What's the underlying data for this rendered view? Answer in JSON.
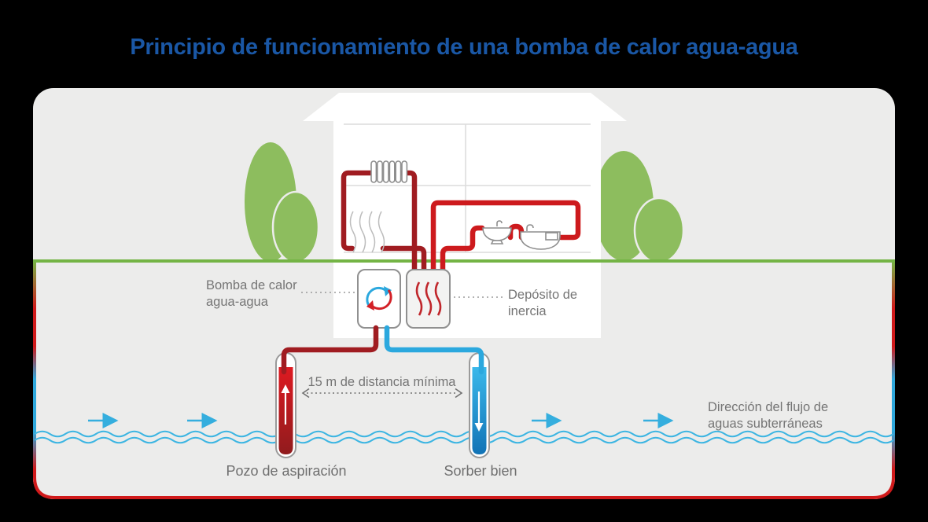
{
  "title": "Principio de funcionamiento de una bomba de calor agua-agua",
  "panel": {
    "labels": {
      "heat_pump_line1": "Bomba de calor",
      "heat_pump_line2": "agua-agua",
      "buffer_tank_line1": "Depósito de",
      "buffer_tank_line2": "inercia",
      "min_distance": "15 m de distancia mínima",
      "suction_well": "Pozo de aspiración",
      "injection_well": "Sorber bien",
      "groundwater_line1": "Dirección del flujo de",
      "groundwater_line2": "aguas subterráneas"
    },
    "colors": {
      "title_blue": "#1a57a5",
      "hot_pipe_dark_red": "#a01c21",
      "hot_pipe_bright_red": "#cd1a1d",
      "cold_pipe_blue": "#2ba8de",
      "tree_green": "#8dbd5e",
      "ground_green": "#74b445",
      "water_blue": "#3cb5e2",
      "label_gray": "#757575"
    },
    "icons": [
      "house",
      "roof",
      "tree",
      "radiator",
      "underfloor-heating",
      "washbasin",
      "bathtub",
      "heat-pump-cycle",
      "buffer-tank-heat",
      "suction-well-up-arrow",
      "injection-well-down-arrow",
      "water-table-wave",
      "groundwater-flow-arrow",
      "min-distance-arrow"
    ]
  }
}
